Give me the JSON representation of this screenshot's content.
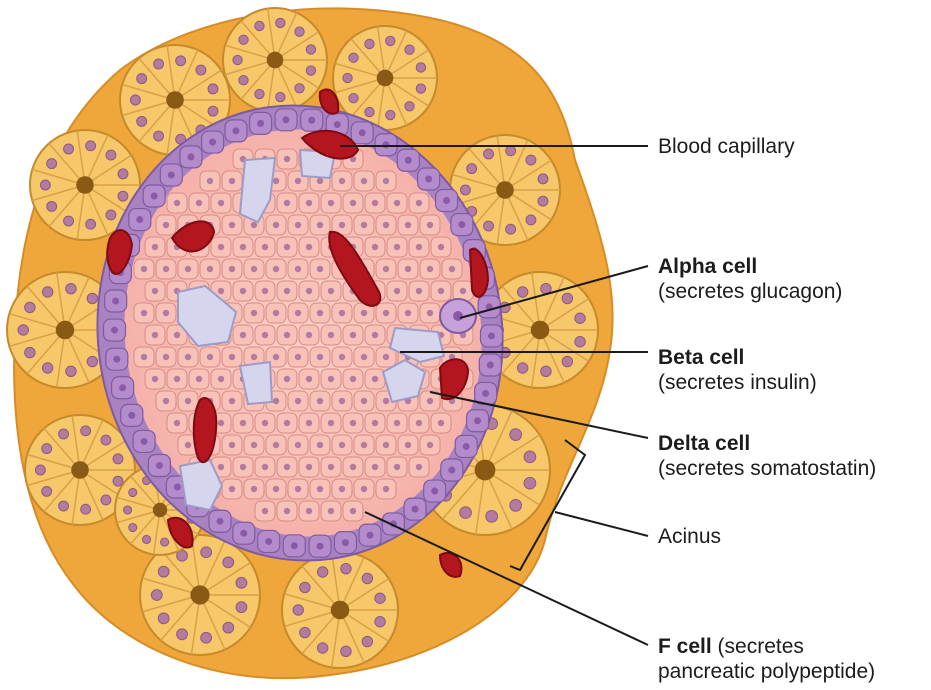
{
  "labels": {
    "blood_capillary": "Blood capillary",
    "alpha_cell": {
      "name": "Alpha cell",
      "detail": "(secretes glucagon)"
    },
    "beta_cell": {
      "name": "Beta cell",
      "detail": "(secretes insulin)"
    },
    "delta_cell": {
      "name": "Delta cell",
      "detail": "(secretes somatostatin)"
    },
    "acinus": "Acinus",
    "f_cell": {
      "name": "F cell",
      "detail_line1": " (secretes",
      "detail_line2": "pancreatic polypeptide)"
    }
  },
  "colors": {
    "tissue_outer": "#efa63a",
    "acinar_cell": "#fbd98a",
    "acinar_lumen": "#8a5a14",
    "islet_pink": "#f6b7ae",
    "alpha_purple": "#a77fc0",
    "capillary_red": "#b3161f",
    "delta_pale": "#d4d3ec",
    "nucleus": "#b47aa0",
    "leader_line": "#1a1a1a"
  }
}
